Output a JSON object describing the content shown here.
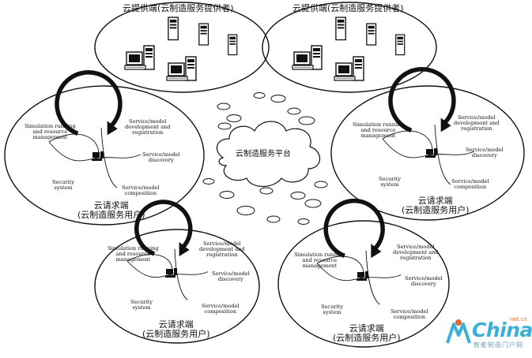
{
  "provider_title": "云提供端(云制造服务提供者)",
  "platform_label": "云制造服务平台",
  "requester": {
    "title_line1": "云请求端",
    "title_line2": "(云制造服务用户)"
  },
  "cycle": {
    "simulation_l1": "Simulation running",
    "simulation_l2": "and resource",
    "simulation_l3": "management",
    "dev_l1": "Service/model",
    "dev_l2": "development and",
    "dev_l3": "registration",
    "discovery_l1": "Service/model",
    "discovery_l2": "discovery",
    "composition_l1": "Service/model",
    "composition_l2": "composition",
    "security_l1": "Security",
    "security_l2": "system"
  },
  "watermark": {
    "brand": "China",
    "net": "net.cn",
    "sub": "智能制造门户网"
  },
  "colors": {
    "line": "#111111",
    "watermark_blue": "#3ab0d8",
    "watermark_orange": "#e06b2d"
  }
}
